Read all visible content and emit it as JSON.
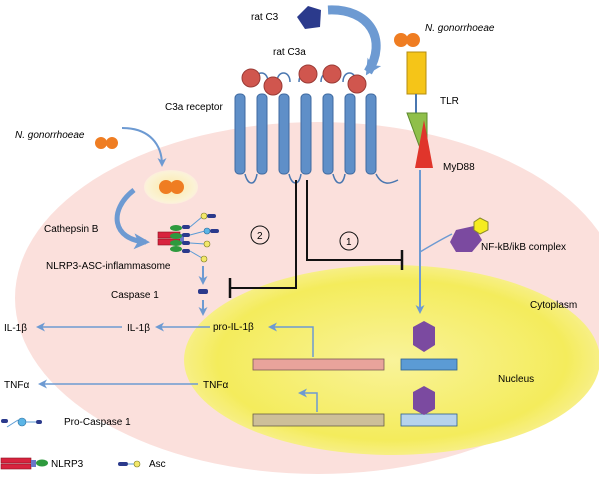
{
  "labels": {
    "rat_c3": "rat C3",
    "n_gonorrhoeae_top": "N. gonorrhoeae",
    "rat_c3a": "rat C3a",
    "c3a_receptor": "C3a receptor",
    "tlr": "TLR",
    "myd88": "MyD88",
    "n_gonorrhoeae_left": "N. gonorrhoeae",
    "cathepsin_b": "Cathepsin B",
    "nlrp3_asc": "NLRP3-ASC-inflammasome",
    "caspase1": "Caspase 1",
    "nfkb": "NF-kB/ikB complex",
    "cytoplasm": "Cytoplasm",
    "nucleus": "Nucleus",
    "il1b_left": "IL-1β",
    "il1b_mid": "IL-1β",
    "pro_il1b": "pro-IL-1β",
    "tnfa_left": "TNFα",
    "tnfa_mid": "TNFα",
    "step1": "1",
    "step2": "2"
  },
  "legend": {
    "pro_caspase1": "Pro-Caspase 1",
    "nlrp3": "NLRP3",
    "asc": "Asc"
  },
  "colors": {
    "cell": "#fbe0dc",
    "nucleus": "#f7f28a",
    "arrow": "#6d9ad2",
    "receptor": "#5f8fc8",
    "orange": "#ef7d22",
    "red_ball": "#d0564e",
    "purple": "#7b4aa0",
    "navy": "#2b3a8c",
    "tlr_yellow": "#f5c518",
    "tlr_green": "#8fbf4a",
    "myd88_red": "#e0352b",
    "gene_pink": "#e8a39b",
    "gene_tan": "#cdbf99",
    "gene_blue": "#5b9bd5",
    "gene_lightblue": "#b6d3ec",
    "nlrp3_red": "#d8233e",
    "asc_green": "#2e9a3e"
  }
}
